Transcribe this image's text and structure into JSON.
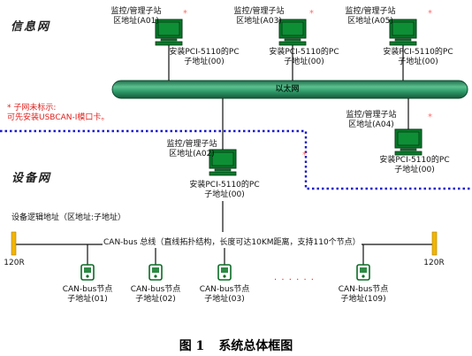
{
  "sections": {
    "info_net": "信息网",
    "device_net": "设备网"
  },
  "ethernet": {
    "label": "以太网"
  },
  "stations": [
    {
      "line1": "监控/管理子站",
      "line2": "区地址(A01)",
      "pc_line1": "安装PCI-5110的PC",
      "pc_line2": "子地址(00)"
    },
    {
      "line1": "监控/管理子站",
      "line2": "区地址(A03)",
      "pc_line1": "安装PCI-5110的PC",
      "pc_line2": "子地址(00)"
    },
    {
      "line1": "监控/管理子站",
      "line2": "区地址(A05)",
      "pc_line1": "安装PCI-5110的PC",
      "pc_line2": "子地址(00)"
    },
    {
      "line1": "监控/管理子站",
      "line2": "区地址(A04)",
      "pc_line1": "安装PCI-5110的PC",
      "pc_line2": "子地址(00)"
    },
    {
      "line1": "监控/管理子站",
      "line2": "区地址(A02)",
      "pc_line1": "安装PCI-5110的PC",
      "pc_line2": "子地址(00)"
    }
  ],
  "subnet_note": {
    "line1": "* 子网未标示:",
    "line2": "可先安装USBCAN-I模口卡。"
  },
  "device_addr_label": "设备逻辑地址（区地址:子地址）",
  "canbus": {
    "label": "CAN-bus 总线（直线拓扑结构，长度可达10KM距离，支持110个节点）",
    "term_left": "120R",
    "term_right": "120R"
  },
  "nodes": [
    {
      "line1": "CAN-bus节点",
      "line2": "子地址(01)"
    },
    {
      "line1": "CAN-bus节点",
      "line2": "子地址(02)"
    },
    {
      "line1": "CAN-bus节点",
      "line2": "子地址(03)"
    },
    {
      "line1": "CAN-bus节点",
      "line2": "子地址(109)"
    }
  ],
  "ellipsis": "· · · · · ·",
  "caption": {
    "fig": "图 1",
    "title": "系统总体框图"
  },
  "colors": {
    "pc": "#0a7a2a",
    "ethernet": "#2f9d6b",
    "dotted": "#1a1acc",
    "terminator": "#f2b400",
    "note": "#e0201c"
  }
}
